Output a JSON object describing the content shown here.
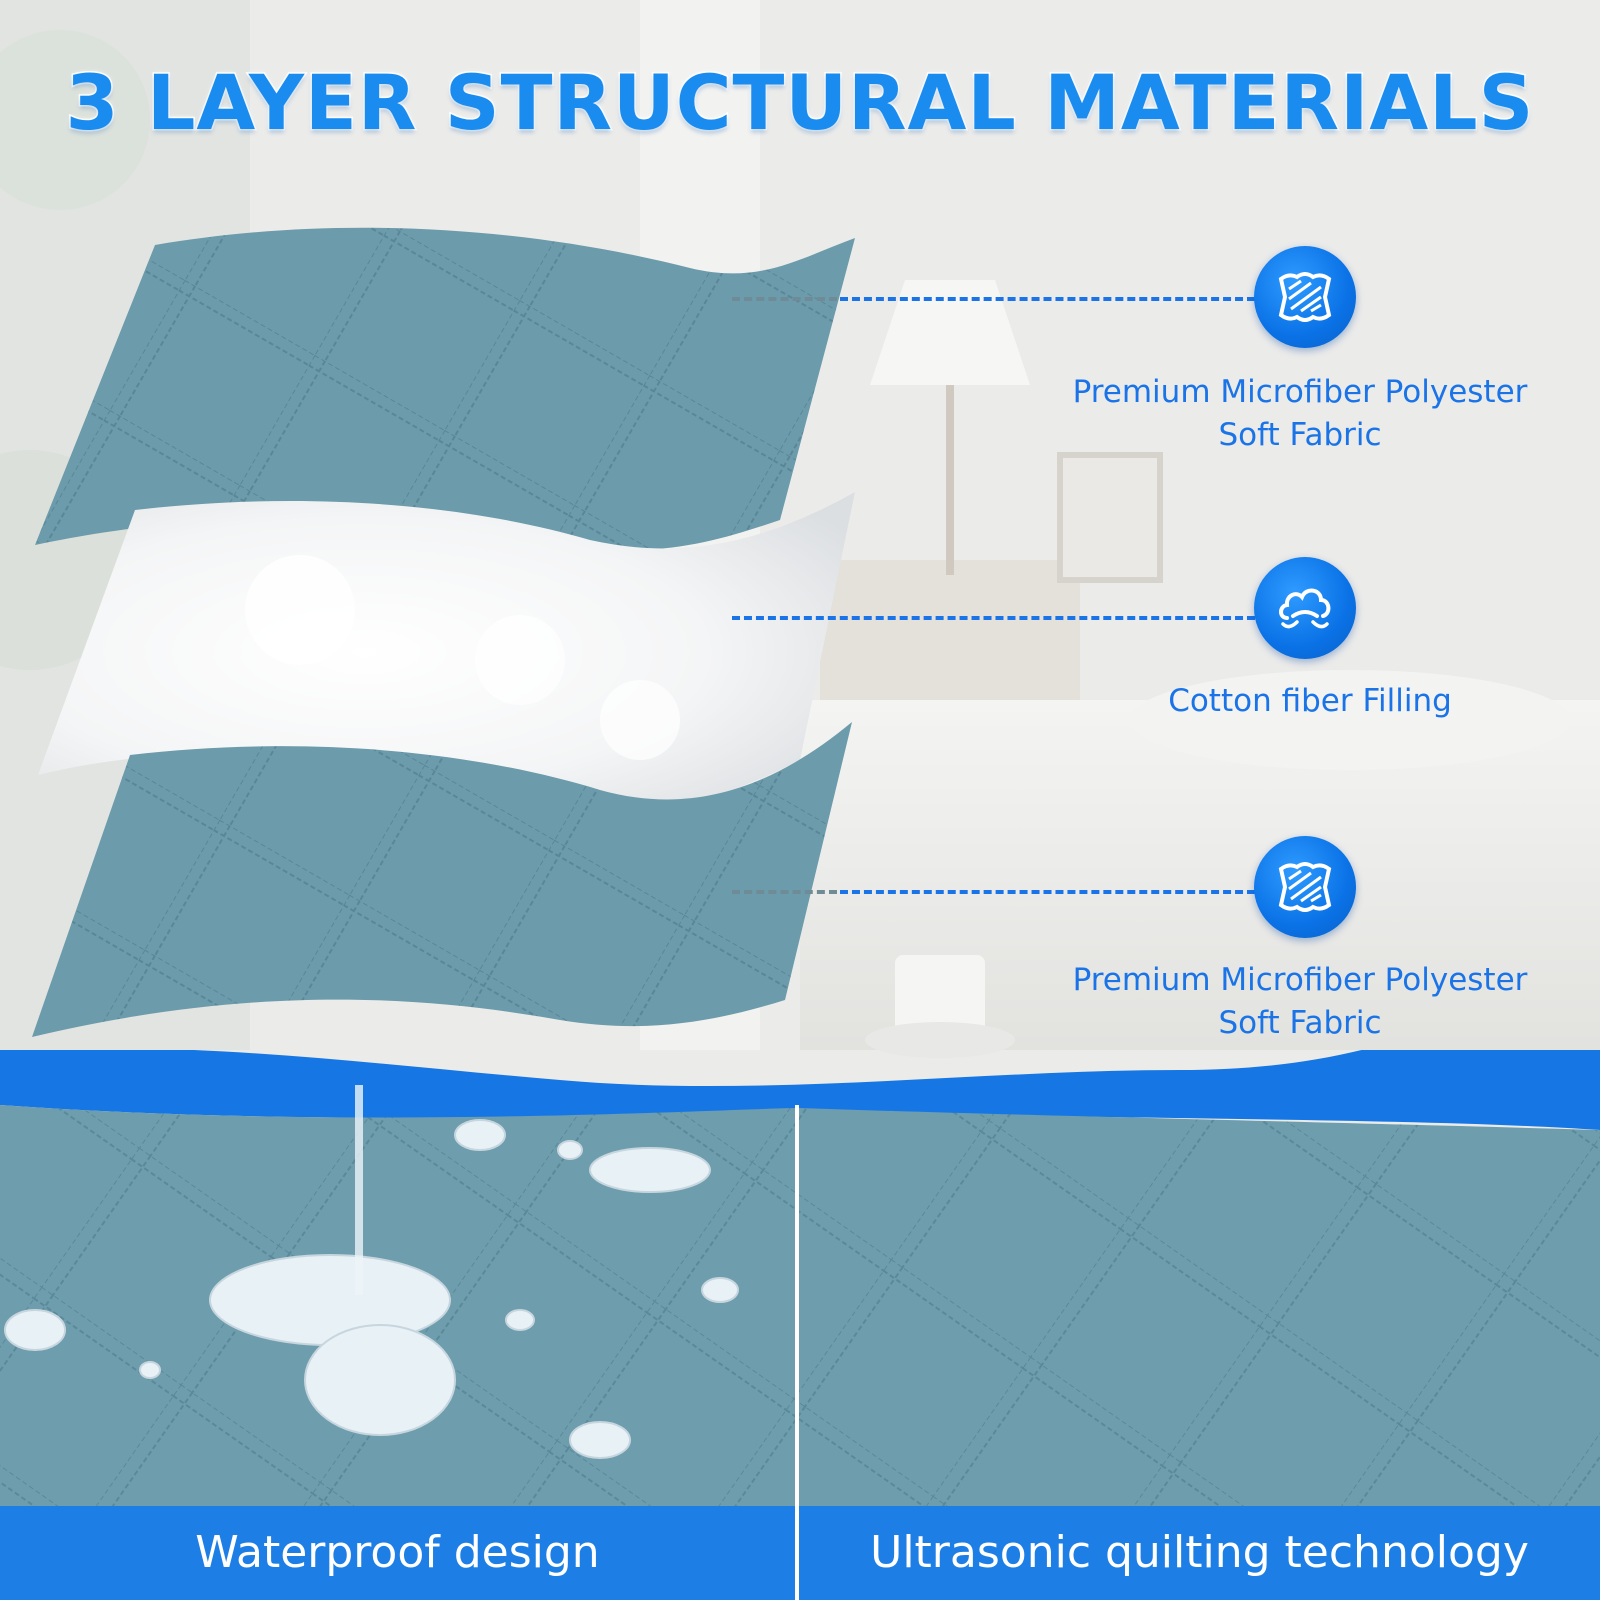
{
  "title": "3 LAYER STRUCTURAL MATERIALS",
  "layers": [
    {
      "label": "Premium Microfiber Polyester",
      "label2": "Soft Fabric",
      "icon": "fabric-weave-icon"
    },
    {
      "label": "Cotton fiber Filling",
      "label2": "",
      "icon": "cotton-cloud-icon"
    },
    {
      "label": "Premium Microfiber Polyester",
      "label2": "Soft Fabric",
      "icon": "fabric-weave-icon"
    }
  ],
  "captions": {
    "left": "Waterproof design",
    "right": "Ultrasonic quilting technology"
  },
  "colors": {
    "accent": "#1a74e8",
    "fabric": "#6b9aaa",
    "caption_bar": "#1d7fe6"
  }
}
